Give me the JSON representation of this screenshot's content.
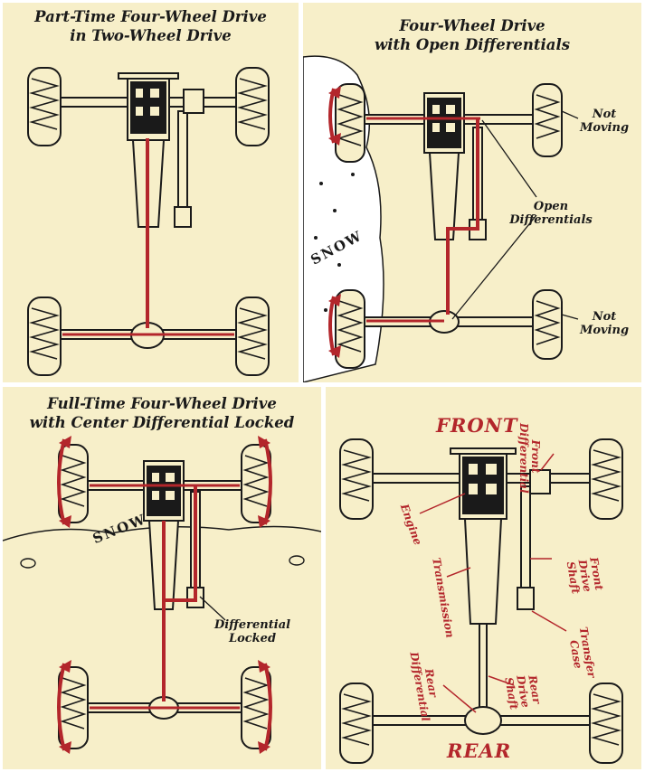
{
  "panels": {
    "p1": {
      "title_line1": "Part-Time Four-Wheel Drive",
      "title_line2": "in Two-Wheel Drive"
    },
    "p2": {
      "title_line1": "Four-Wheel Drive",
      "title_line2": "with Open Differentials",
      "snow": "SNOW",
      "not_moving_top": "Not Moving",
      "not_moving_bottom": "Not Moving",
      "open_diff": "Open Differentials"
    },
    "p3": {
      "title_line1": "Full-Time Four-Wheel Drive",
      "title_line2": "with Center Differential Locked",
      "snow": "SNOW",
      "diff_locked": "Differential Locked"
    },
    "p4": {
      "front": "FRONT",
      "rear": "REAR",
      "front_diff": "Front Differential",
      "engine": "Engine",
      "front_shaft": "Front Drive Shaft",
      "transmission": "Transmission",
      "transfer_case": "Transfer Case",
      "rear_diff": "Rear Differential",
      "rear_shaft": "Rear Drive Shaft"
    }
  },
  "colors": {
    "background": "#f7efc9",
    "ink": "#1a1a1a",
    "accent_red": "#b3262b"
  }
}
